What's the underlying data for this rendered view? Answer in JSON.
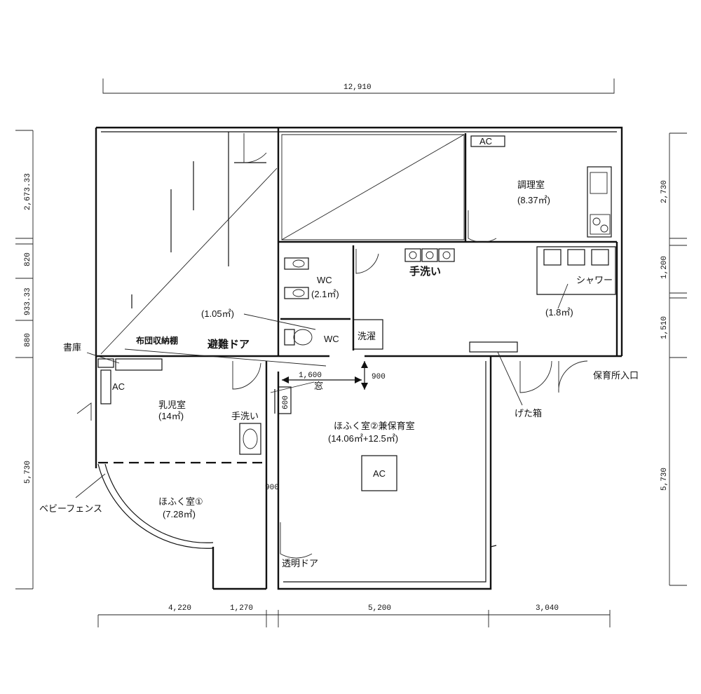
{
  "dimensions": {
    "top_total": "12,910",
    "left": [
      "2,673.33",
      "820",
      "933.33",
      "880",
      "5,730"
    ],
    "right": [
      "2,730",
      "1,200",
      "1,510",
      "5,730"
    ],
    "bottom": [
      "4,220",
      "1,270",
      "5,200",
      "3,040"
    ],
    "interior": {
      "d1600": "1,600",
      "d900a": "900",
      "d600": "600",
      "d900b": "900"
    }
  },
  "rooms": {
    "kitchen": {
      "name": "調理室",
      "area": "(8.37㎡)"
    },
    "kitchen_ac": "AC",
    "wc1": {
      "name": "WC",
      "area": "(2.1㎡)"
    },
    "wc2": "WC",
    "storage_area": "(1.05㎡)",
    "shower": "シャワー",
    "shower_area": "(1.8㎡)",
    "wash_basin_top": "手洗い",
    "laundry": "洗濯",
    "infant": {
      "name": "乳児室",
      "area": "(14㎡)"
    },
    "infant_ac": "AC",
    "wash_basin_left": "手洗い",
    "nursing1": {
      "name": "ほふく室①",
      "area": "(7.28㎡)"
    },
    "nursing2": {
      "name": "ほふく室②兼保育室",
      "area": "(14.06㎡+12.5㎡)"
    },
    "nursing2_ac": "AC",
    "window": "窓"
  },
  "annotations": {
    "bookshelf": "書庫",
    "futon_shelf": "布団収納棚",
    "evac_door": "避難ドア",
    "entrance": "保育所入口",
    "shoe_box": "げた箱",
    "baby_fence": "ベビーフェンス",
    "clear_door": "透明ドア"
  }
}
